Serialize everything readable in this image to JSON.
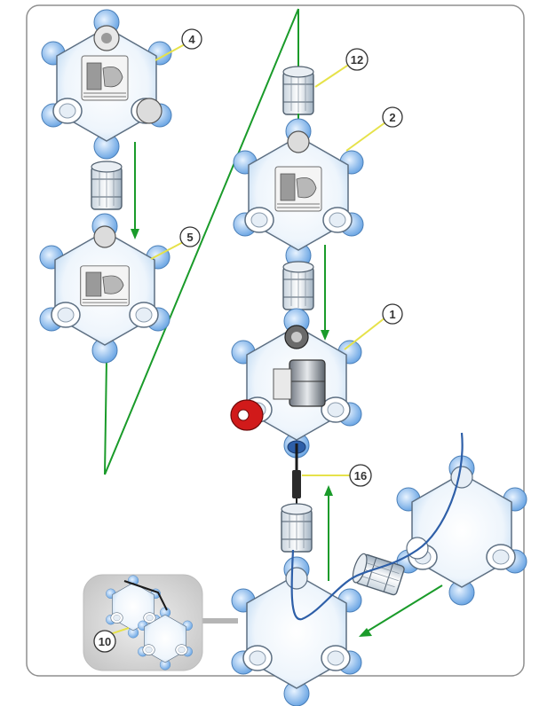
{
  "callouts": {
    "c4": "4",
    "c12": "12",
    "c2": "2",
    "c5": "5",
    "c1": "1",
    "c16": "16",
    "c10": "10"
  },
  "colors": {
    "arrow": "#1a9b2a",
    "leader": "#e6e24a",
    "panel_border": "#8f8f8f",
    "module_glow": "#7eb6e8",
    "red_knob": "#d11a1a",
    "cable": "#2e5fa8"
  },
  "icons": [
    "hex-module-icon",
    "connector-cylinder-icon",
    "motor-icon",
    "cable-icon",
    "sensor-probe-icon"
  ]
}
